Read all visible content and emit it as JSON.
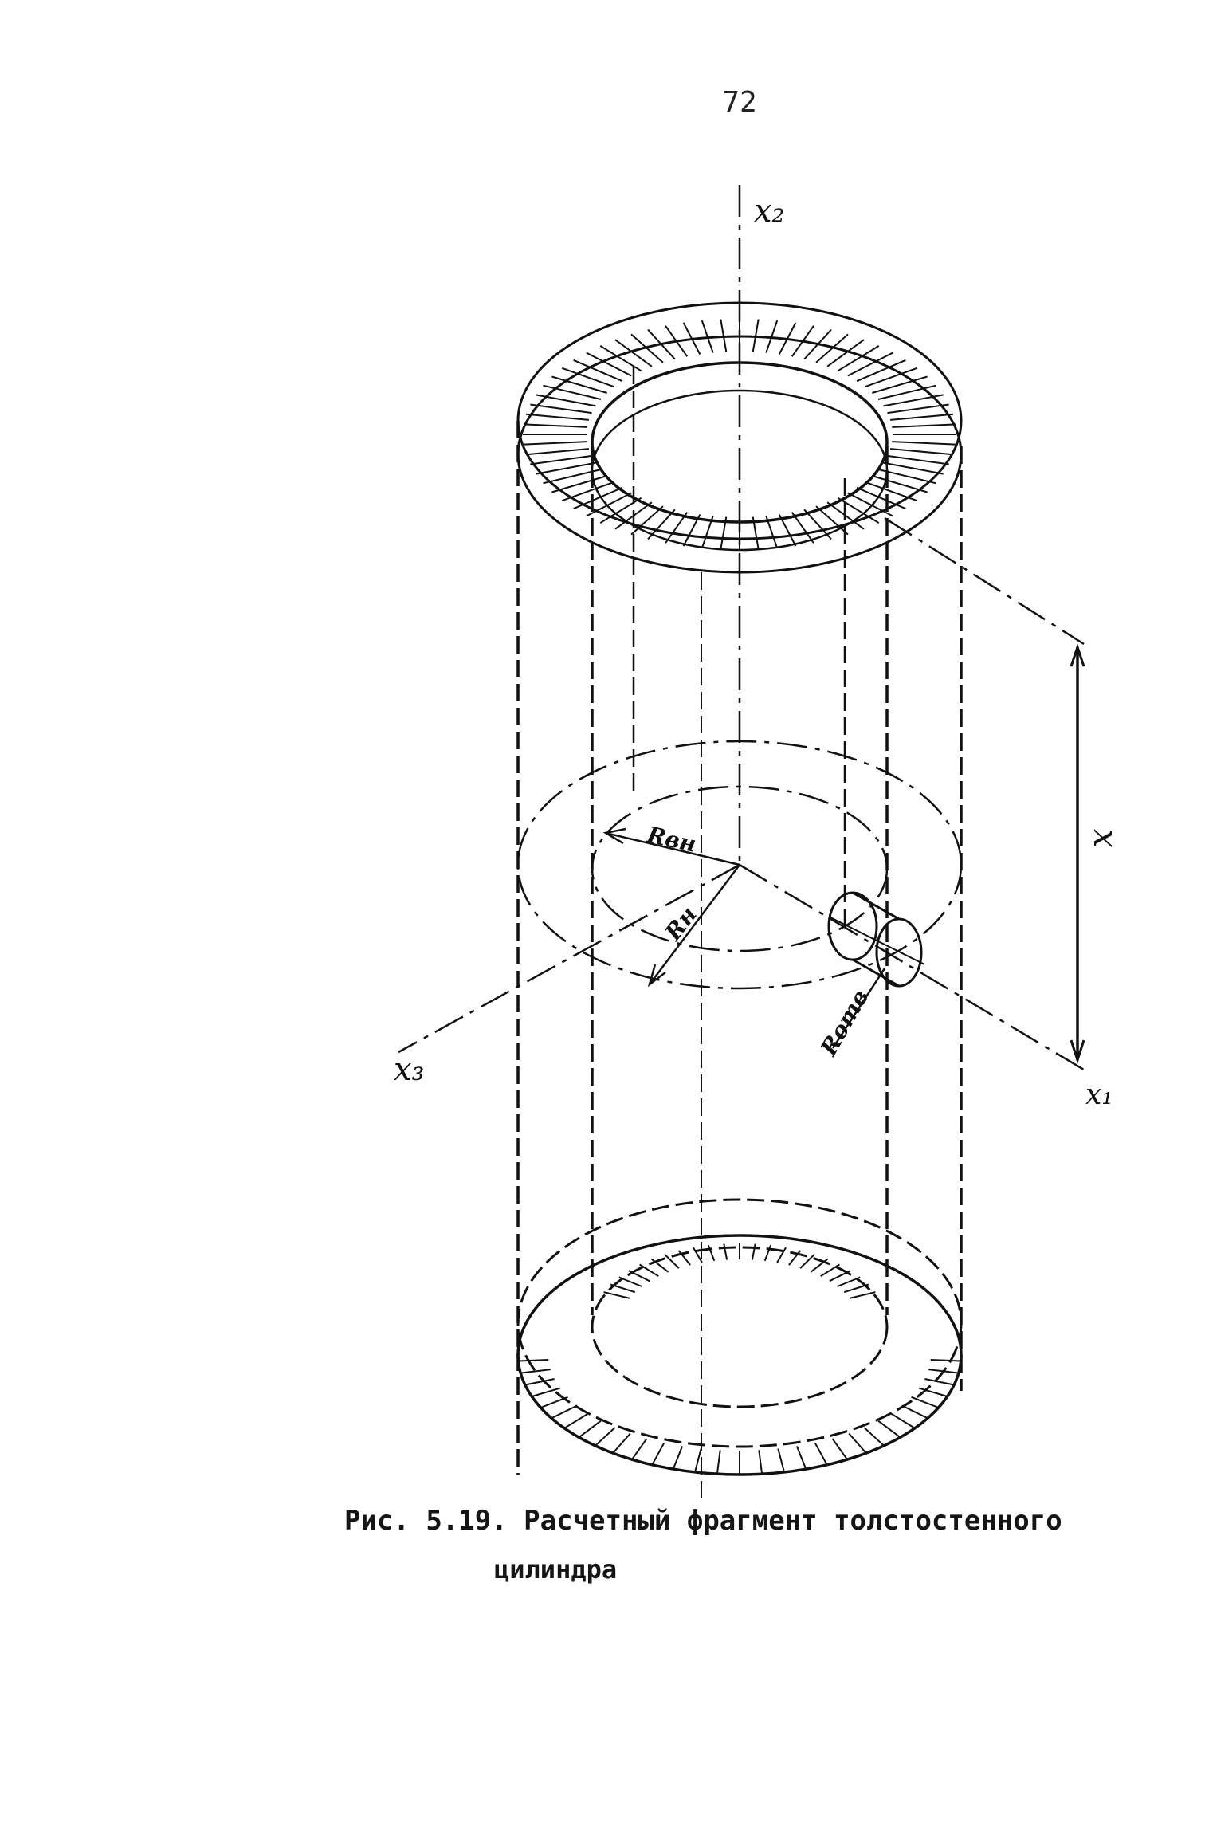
{
  "page": {
    "number": "72"
  },
  "figure": {
    "axis_labels": {
      "x2": "x₂",
      "x3": "x₃",
      "x1": "x₁",
      "x": "x"
    },
    "radius_labels": {
      "inner": "Rвн",
      "outer": "Rн",
      "hole": "Rотв"
    }
  },
  "caption": {
    "line1": "Рис. 5.19. Расчетный фрагмент толстостенного",
    "line2": "цилиндра"
  }
}
